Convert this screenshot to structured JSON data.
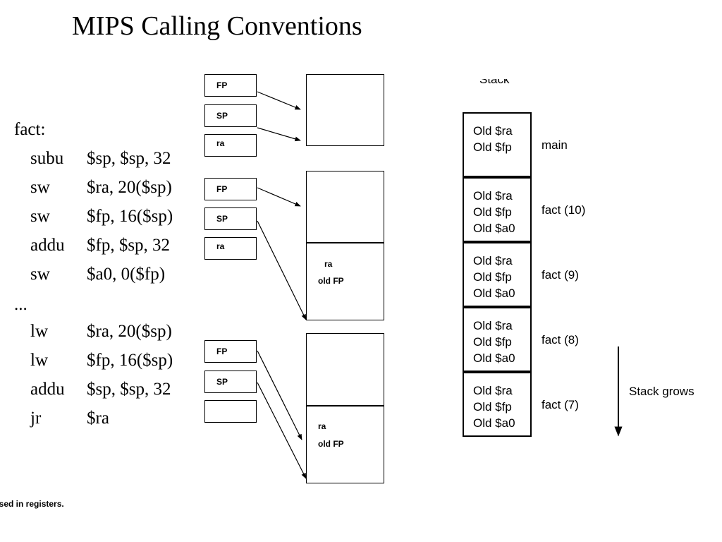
{
  "title": "MIPS Calling Conventions",
  "code": {
    "label": "fact:",
    "prologue": [
      {
        "op": "subu",
        "args": "$sp, $sp, 32"
      },
      {
        "op": "sw",
        "args": "$ra, 20($sp)"
      },
      {
        "op": "sw",
        "args": "$fp, 16($sp)"
      },
      {
        "op": "addu",
        "args": "$fp, $sp, 32"
      },
      {
        "op": "sw",
        "args": "$a0, 0($fp)"
      }
    ],
    "gap": "...",
    "epilogue": [
      {
        "op": "lw",
        "args": "$ra, 20($sp)"
      },
      {
        "op": "lw",
        "args": "$fp, 16($sp)"
      },
      {
        "op": "addu",
        "args": "$sp, $sp, 32"
      },
      {
        "op": "jr",
        "args": "$ra"
      }
    ]
  },
  "frames_diagram": {
    "groups": [
      {
        "registers": [
          "FP",
          "SP",
          "ra"
        ],
        "frame_labels": []
      },
      {
        "registers": [
          "FP",
          "SP",
          "ra"
        ],
        "frame_labels": [
          "ra",
          "old FP"
        ]
      },
      {
        "registers": [
          "FP",
          "SP",
          ""
        ],
        "frame_labels": [
          "ra",
          "old FP"
        ]
      }
    ]
  },
  "stack": {
    "header": "Stack",
    "cells": [
      {
        "lines": [
          "Old $ra",
          "Old $fp"
        ],
        "name": "main"
      },
      {
        "lines": [
          "Old $ra",
          "Old $fp",
          "Old $a0"
        ],
        "name": "fact (10)"
      },
      {
        "lines": [
          "Old $ra",
          "Old $fp",
          "Old $a0"
        ],
        "name": "fact (9)"
      },
      {
        "lines": [
          "Old $ra",
          "Old $fp",
          "Old $a0"
        ],
        "name": "fact (8)"
      },
      {
        "lines": [
          "Old $ra",
          "Old $fp",
          "Old $a0"
        ],
        "name": "fact (7)"
      }
    ],
    "direction_label": "Stack grows"
  },
  "footnote": "ssed in registers."
}
